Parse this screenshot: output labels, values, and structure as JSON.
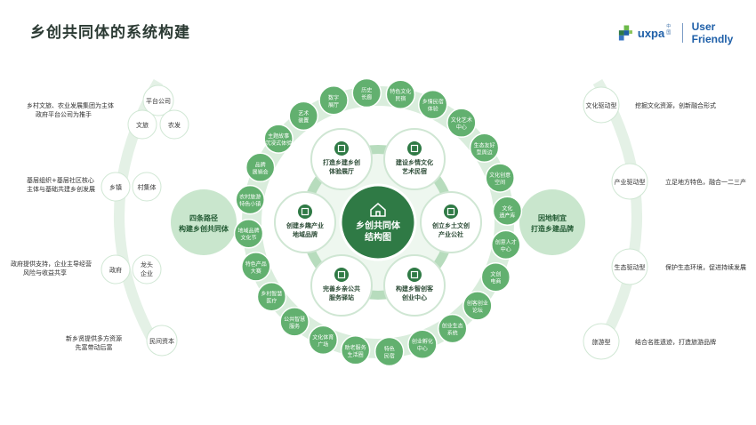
{
  "title": "乡创共同体的系统构建",
  "logo": {
    "uxpa": "uxpa",
    "uxpa_cn": "中国",
    "uf": "User Friendly"
  },
  "center": {
    "line1": "乡创共同体",
    "line2": "结构图"
  },
  "hubs": [
    {
      "l1": "打造乡建乡创",
      "l2": "体验展厅",
      "icon": "grid-icon"
    },
    {
      "l1": "建设乡情文化",
      "l2": "艺术民宿",
      "icon": "house-icon"
    },
    {
      "l1": "创立乡土文创",
      "l2": "产业公社",
      "icon": "building-icon"
    },
    {
      "l1": "构建乡智创客",
      "l2": "创业中心",
      "icon": "atom-icon"
    },
    {
      "l1": "完善乡亲公共",
      "l2": "服务驿站",
      "icon": "cubes-icon"
    },
    {
      "l1": "创建乡趣产业",
      "l2": "地域品牌",
      "icon": "book-icon"
    }
  ],
  "satellites": [
    {
      "l1": "数字",
      "l2": "展厅"
    },
    {
      "l1": "历史",
      "l2": "长廊"
    },
    {
      "l1": "特色文化",
      "l2": "民宿"
    },
    {
      "l1": "乡情民宿",
      "l2": "体验"
    },
    {
      "l1": "文化艺术",
      "l2": "中心"
    },
    {
      "l1": "生态友好",
      "l2": "型周边"
    },
    {
      "l1": "文化创意",
      "l2": "空间"
    },
    {
      "l1": "文化",
      "l2": "遗产库"
    },
    {
      "l1": "创意人才",
      "l2": "中心"
    },
    {
      "l1": "文创",
      "l2": "电商"
    },
    {
      "l1": "创客创业",
      "l2": "论坛"
    },
    {
      "l1": "创业生态",
      "l2": "系统"
    },
    {
      "l1": "创业孵化",
      "l2": "中心"
    },
    {
      "l1": "特色",
      "l2": "民宿"
    },
    {
      "l1": "助老服务",
      "l2": "生活圈"
    },
    {
      "l1": "文化体育",
      "l2": "广场"
    },
    {
      "l1": "公共智慧",
      "l2": "服务"
    },
    {
      "l1": "乡村智慧",
      "l2": "医疗"
    },
    {
      "l1": "特色产品",
      "l2": "大赛"
    },
    {
      "l1": "地域品牌",
      "l2": "文化节"
    },
    {
      "l1": "农村旅游",
      "l2": "特色小镇"
    },
    {
      "l1": "品牌",
      "l2": "展销会"
    },
    {
      "l1": "主题故事",
      "l2": "沉浸式体验"
    },
    {
      "l1": "艺术",
      "l2": "装置"
    }
  ],
  "left": {
    "main": {
      "l1": "四条路径",
      "l2": "构建乡创共同体"
    },
    "nodes": [
      {
        "label": "平台公司"
      },
      {
        "label": "文旅"
      },
      {
        "label": "农发"
      },
      {
        "label": "乡镇"
      },
      {
        "label": "村集体"
      },
      {
        "label": "政府"
      },
      {
        "label": "龙头企业",
        "l1": "龙头",
        "l2": "企业"
      },
      {
        "label": "民间资本"
      }
    ],
    "notes": [
      {
        "l1": "乡村文旅、农业发展集团为主体",
        "l2": "政府平台公司为推手"
      },
      {
        "l1": "基层组织+基层社区核心",
        "l2": "主体与基础共建乡创发展"
      },
      {
        "l1": "政府提供支持，企业主导经营",
        "l2": "风险与收益共享"
      },
      {
        "l1": "新乡贤提供多方资源",
        "l2": "先富带动后富"
      }
    ]
  },
  "right": {
    "main": {
      "l1": "因地制宜",
      "l2": "打造乡建品牌"
    },
    "nodes": [
      {
        "label": "文化驱动型",
        "note": "挖掘文化资源，创新融合形式"
      },
      {
        "label": "产业驱动型",
        "note": "立足地方特色，融合一二三产"
      },
      {
        "label": "生态驱动型",
        "note": "保护生态环境，促进持续发展"
      },
      {
        "label": "旅游型",
        "note": "结合名胜遗迹，打造旅游品牌"
      }
    ]
  },
  "colors": {
    "dark": "#3f8a55",
    "mid": "#62b06f",
    "light": "#cfe9d3",
    "pale": "#eaf5ec",
    "center": "#2f7a45"
  }
}
